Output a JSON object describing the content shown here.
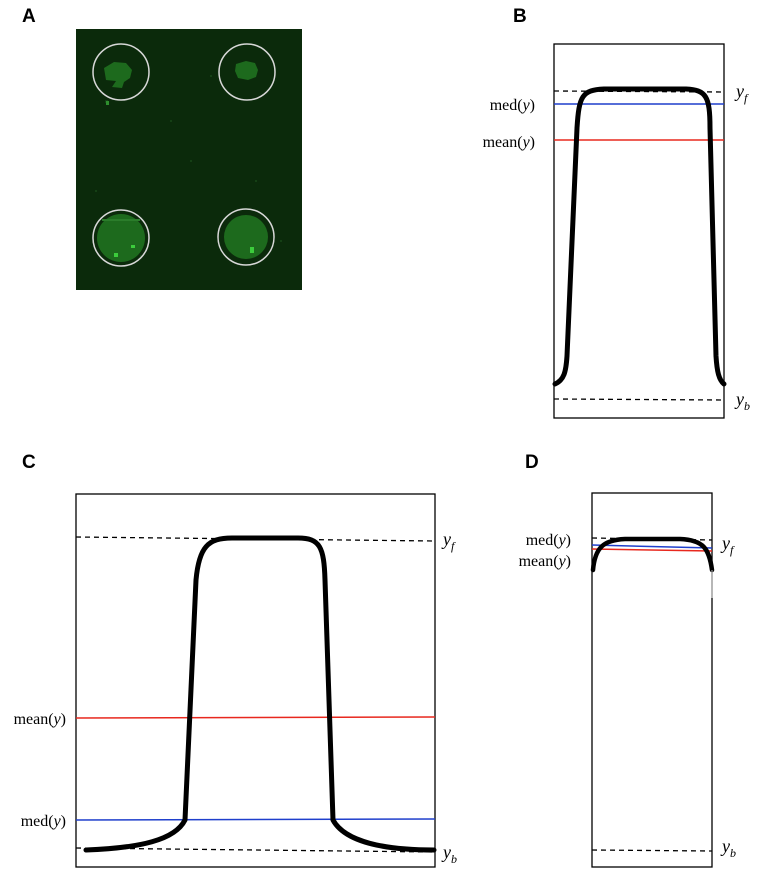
{
  "colors": {
    "mean_line": "#e8281e",
    "median_line": "#1f3fcc",
    "curve": "#000000",
    "micro_background": "#0b2a0b",
    "spot": "#1d6a1d",
    "spot_bright": "#3ccc3c",
    "ring": "#d8d8d8"
  },
  "panels": {
    "A": {
      "letter": "A",
      "spots": [
        {
          "fill": 0.35
        },
        {
          "fill": 0.3
        },
        {
          "fill": 0.75
        },
        {
          "fill": 0.65
        }
      ]
    },
    "B": {
      "letter": "B",
      "label_med": "med(",
      "label_mean": "mean(",
      "var": "y",
      "close": ")",
      "label_yf": "y",
      "sub_f": "f",
      "label_yb": "y",
      "sub_b": "b"
    },
    "C": {
      "letter": "C",
      "label_med": "med(",
      "label_mean": "mean(",
      "var": "y",
      "close": ")",
      "label_yf": "y",
      "sub_f": "f",
      "label_yb": "y",
      "sub_b": "b"
    },
    "D": {
      "letter": "D",
      "label_med": "med(",
      "label_mean": "mean(",
      "var": "y",
      "close": ")",
      "label_yf": "y",
      "sub_f": "f",
      "label_yb": "y",
      "sub_b": "b"
    }
  }
}
